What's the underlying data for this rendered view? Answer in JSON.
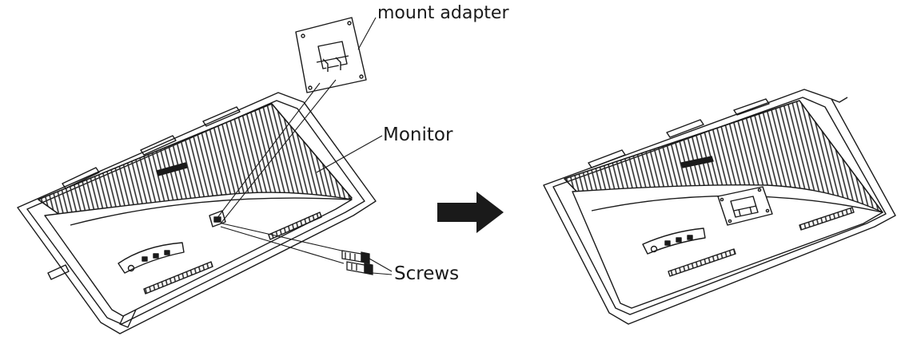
{
  "labels": {
    "mount_adapter": "mount adapter",
    "monitor": "Monitor",
    "screws": "Screws"
  },
  "icons": {
    "arrow": "right-arrow-icon"
  },
  "colors": {
    "line": "#1a1a1a",
    "hatch": "#3a3a3a",
    "background": "#ffffff"
  }
}
